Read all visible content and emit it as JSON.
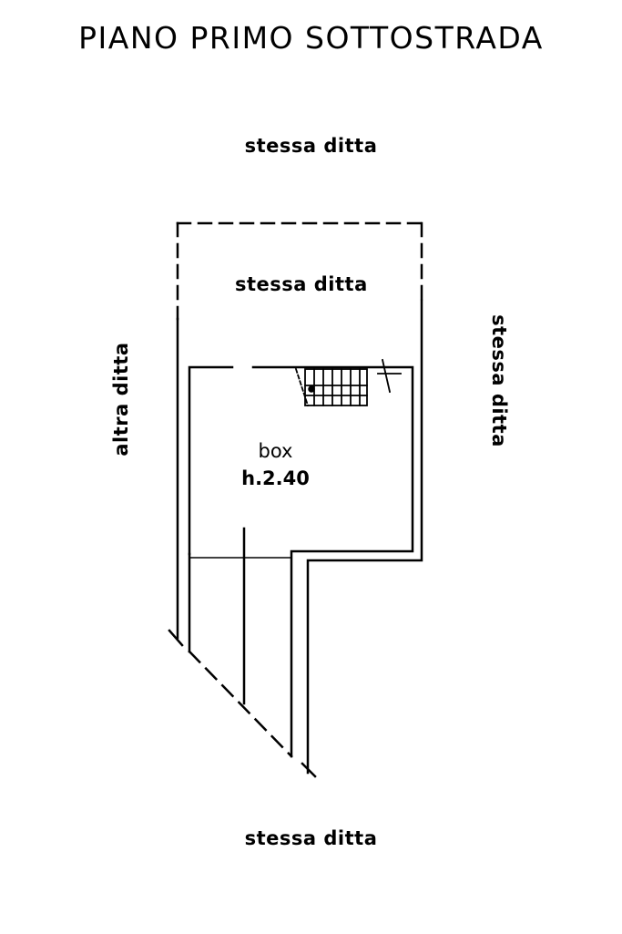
{
  "title": "PIANO PRIMO SOTTOSTRADA",
  "labels": {
    "top": "stessa ditta",
    "inner": "stessa ditta",
    "left": "altra ditta",
    "right": "stessa ditta",
    "bottom": "stessa ditta"
  },
  "room": {
    "name": "box",
    "height": "h.2.40"
  }
}
